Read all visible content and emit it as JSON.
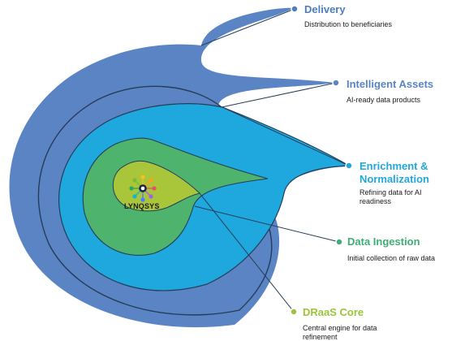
{
  "layers": [
    {
      "id": "delivery",
      "title": "Delivery",
      "description": "Distribution to beneficiaries",
      "color": "#4f7dbf"
    },
    {
      "id": "intelligent-assets",
      "title": "Intelligent Assets",
      "description": "AI-ready data products",
      "color": "#5a84c4"
    },
    {
      "id": "enrichment",
      "title": "Enrichment & Normalization",
      "description": "Refining data for AI readiness",
      "color": "#22a7d9"
    },
    {
      "id": "data-ingestion",
      "title": "Data Ingestion",
      "description": "Initial collection of raw data",
      "color": "#3fae74"
    },
    {
      "id": "draas-core",
      "title": "DRaaS Core",
      "description": "Central engine for data refinement",
      "color": "#9bc43a"
    }
  ],
  "center": {
    "brand": "LYNQSYS"
  }
}
